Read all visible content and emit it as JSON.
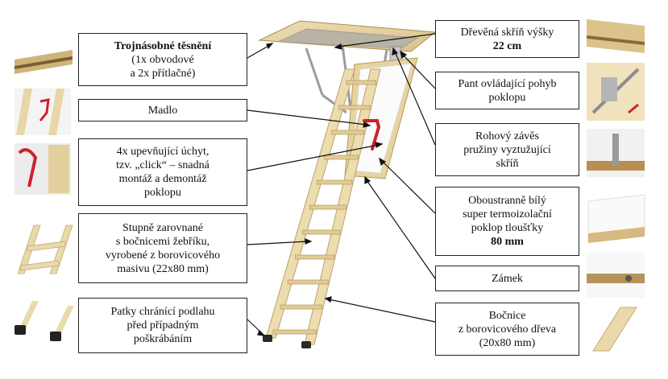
{
  "colors": {
    "wood": "#e9d6a8",
    "wood_dark": "#c9ad72",
    "hatch": "#d8c08a",
    "handle": "#d01f2a",
    "metal": "#a9a9a9",
    "leader": "#111111"
  },
  "labels": {
    "triple_seal": {
      "line1": "Trojnásobné těsnění",
      "line2": "(1x obvodové",
      "line3": "a 2x přítlačné)"
    },
    "handle": {
      "line1": "Madlo"
    },
    "clips": {
      "line1": "4x upevňující úchyt,",
      "line2": "tzv. „click“ – snadná",
      "line3": "montáž a demontáž",
      "line4": "poklopu"
    },
    "steps": {
      "line1": "Stupně zarovnané",
      "line2": "s bočnicemi žebříku,",
      "line3": "vyrobené z borovicového",
      "line4": "masivu (22x80 mm)"
    },
    "feet": {
      "line1": "Patky chránící podlahu",
      "line2": "před případným",
      "line3": "poškrábáním"
    },
    "frame": {
      "line1": "Dřevěná skříň výšky",
      "line2": "22 cm"
    },
    "hinge": {
      "line1": "Pant ovládající pohyb",
      "line2": "poklopu"
    },
    "corner": {
      "line1": "Rohový závěs",
      "line2": "pružiny vyztužující",
      "line3": "skříň"
    },
    "lid": {
      "line1": "Oboustranně bílý",
      "line2": "super termoizolační",
      "line3": "poklop tloušťky",
      "line4": "80 mm"
    },
    "lock": {
      "line1": "Zámek"
    },
    "stiles": {
      "line1": "Bočnice",
      "line2": "z borovicového dřeva",
      "line3": "(20x80 mm)"
    }
  }
}
